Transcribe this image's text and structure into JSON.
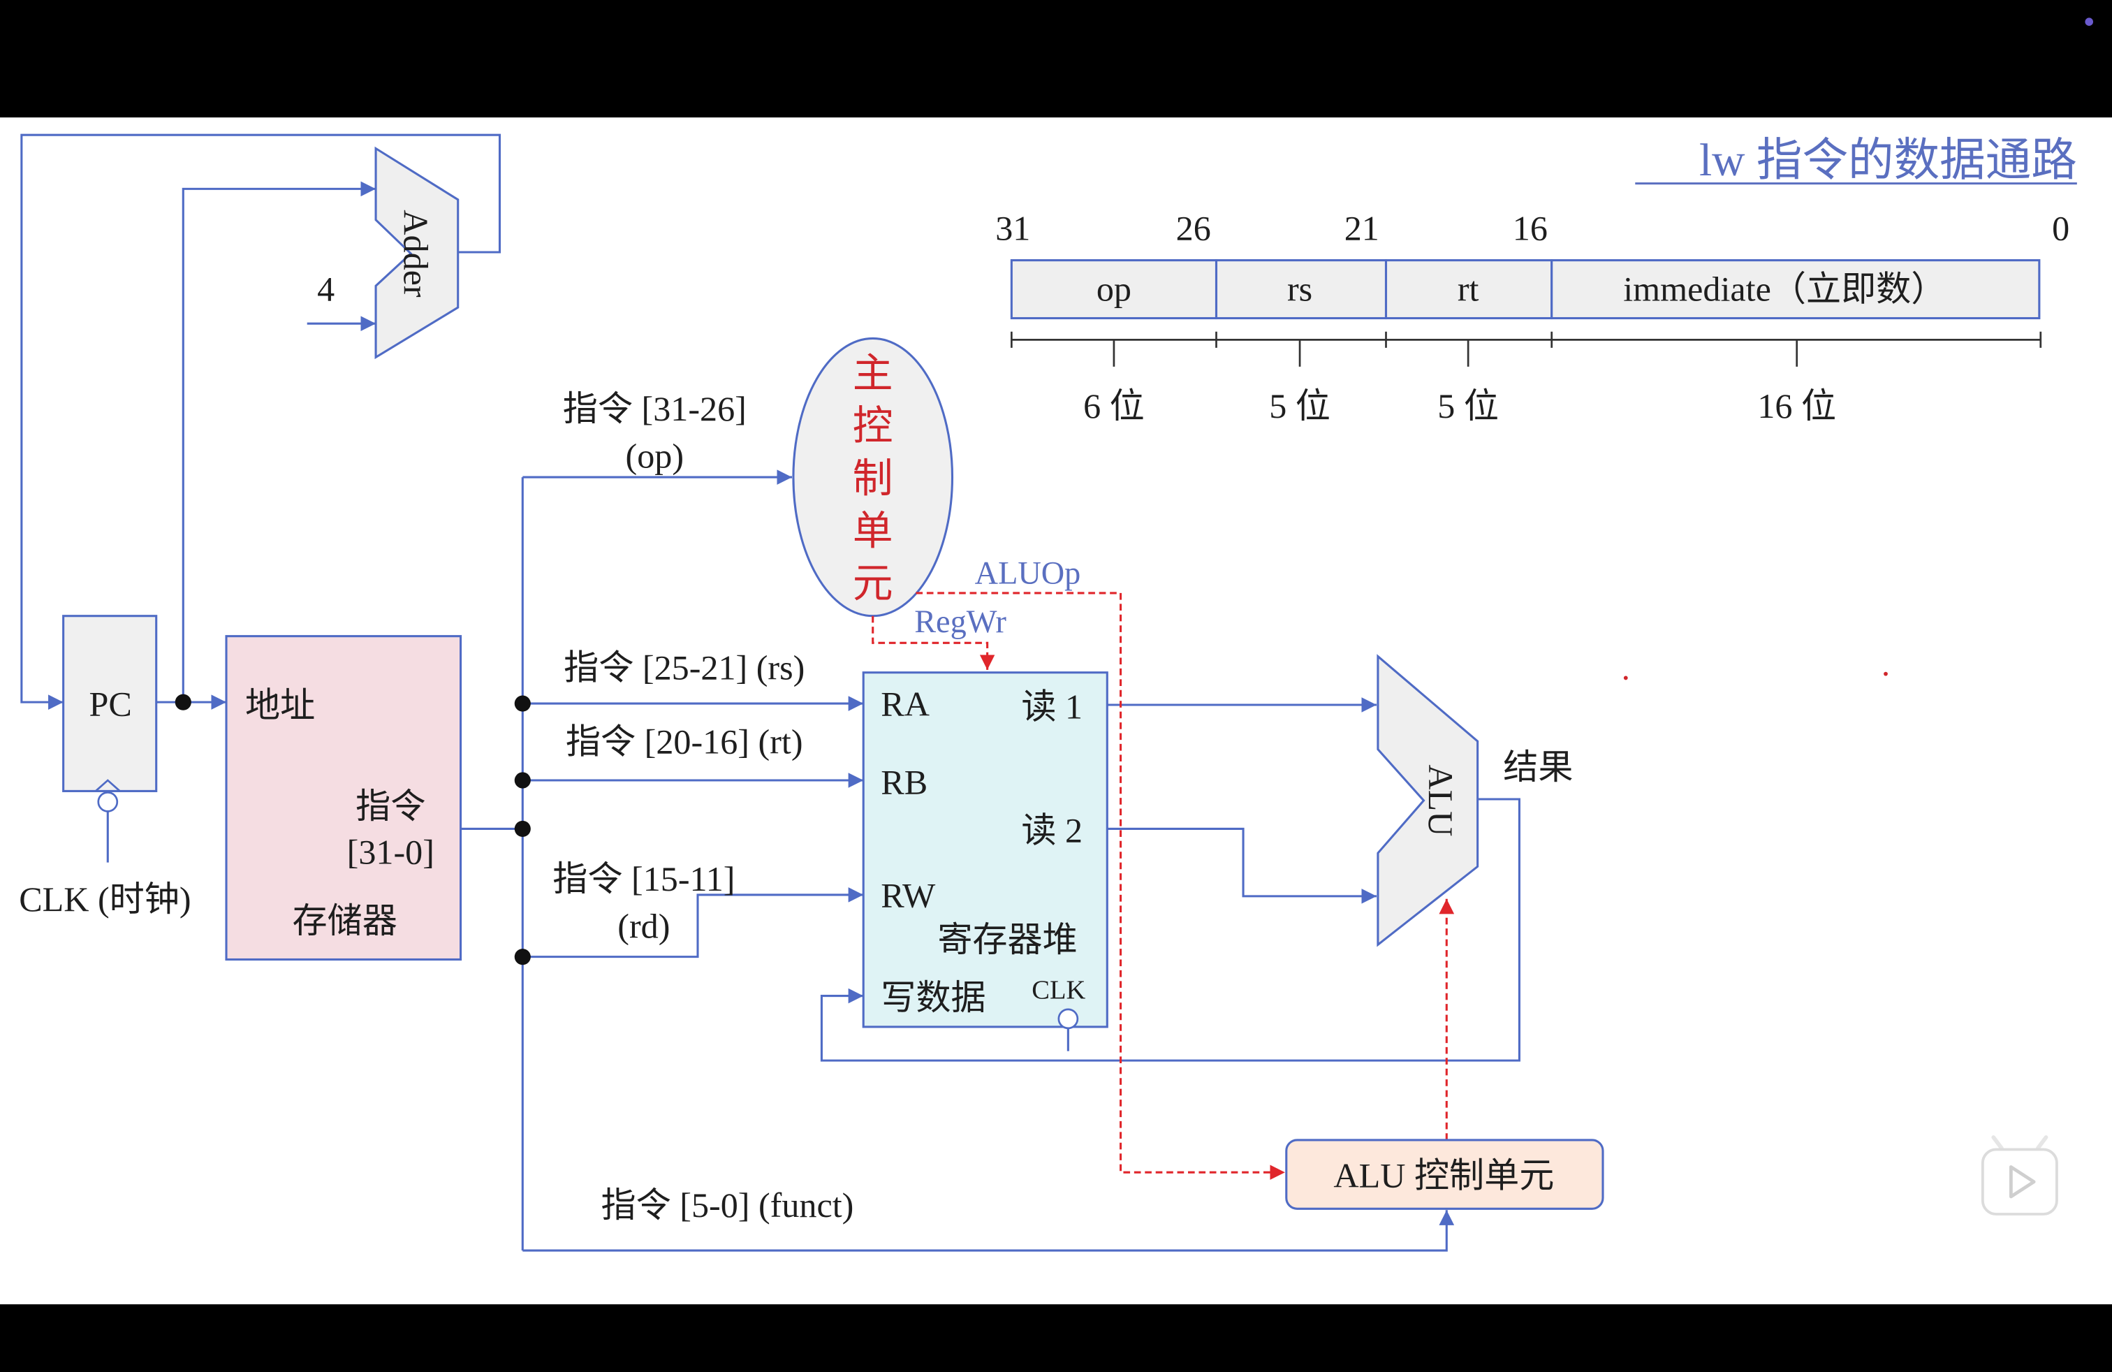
{
  "title": "lw 指令的数据通路",
  "format": {
    "bit_positions": [
      "31",
      "26",
      "21",
      "16",
      "0"
    ],
    "fields": [
      "op",
      "rs",
      "rt",
      "immediate（立即数）"
    ],
    "widths": [
      "6 位",
      "5 位",
      "5 位",
      "16 位"
    ]
  },
  "adder": {
    "label": "Adder",
    "constant": "4"
  },
  "pc": {
    "label": "PC",
    "clock": "CLK (时钟)"
  },
  "memory": {
    "address": "地址",
    "instr": "指令",
    "range": "[31-0]",
    "name": "存储器"
  },
  "main_control": {
    "chars": [
      "主",
      "控",
      "制",
      "单",
      "元"
    ]
  },
  "signals": {
    "aluop": "ALUOp",
    "regwr": "RegWr"
  },
  "instr_fields": {
    "op_line1": "指令 [31-26]",
    "op_line2": "(op)",
    "rs": "指令 [25-21] (rs)",
    "rt": "指令 [20-16] (rt)",
    "rd_line1": "指令 [15-11]",
    "rd_line2": "(rd)",
    "funct": "指令 [5-0] (funct)"
  },
  "register_file": {
    "ra": "RA",
    "rb": "RB",
    "rw": "RW",
    "read1": "读 1",
    "read2": "读 2",
    "name": "寄存器堆",
    "write_data": "写数据",
    "clk": "CLK"
  },
  "alu": {
    "label": "ALU",
    "result": "结果"
  },
  "alu_control": {
    "label": "ALU 控制单元"
  },
  "colors": {
    "wire": "#4f6bc5",
    "control_signal": "#e0262b",
    "memory_fill": "#f5dde2",
    "register_file_fill": "#dff3f5",
    "alu_control_fill": "#fde8dc",
    "unit_fill": "#efefef"
  }
}
